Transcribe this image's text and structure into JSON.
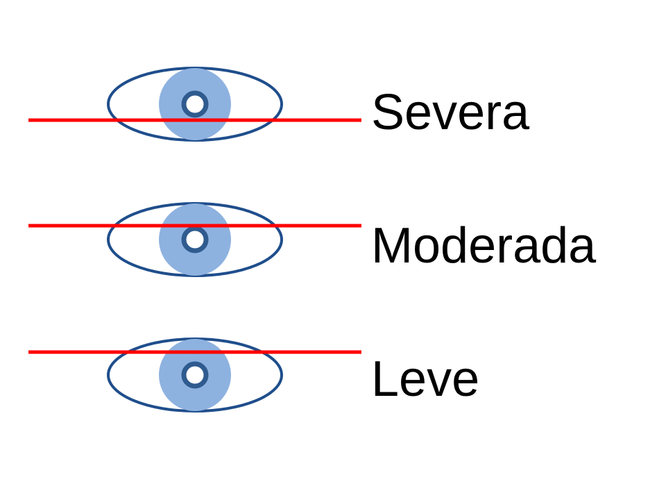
{
  "colors": {
    "eye_outline": "#1f4e8c",
    "iris_fill": "#8eb2e0",
    "pupil_ring": "#2f5b8f",
    "pupil_center": "#ffffff",
    "line": "#ff0000",
    "text": "#000000",
    "background": "#ffffff"
  },
  "rows": [
    {
      "label": "Severa"
    },
    {
      "label": "Moderada"
    },
    {
      "label": "Leve"
    }
  ]
}
